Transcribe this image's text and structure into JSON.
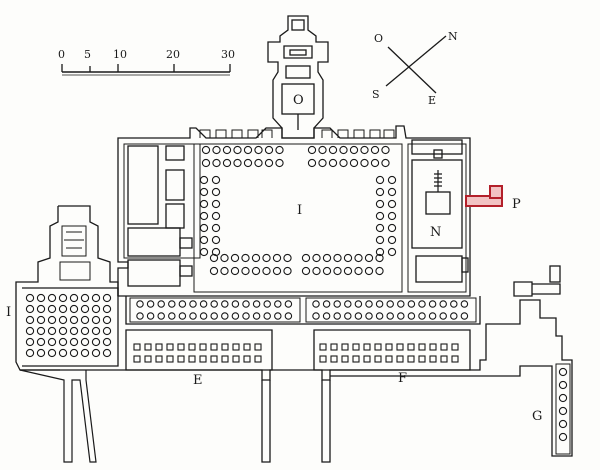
{
  "scale": {
    "ticks": [
      "0",
      "5",
      "10",
      "20",
      "30"
    ]
  },
  "compass": {
    "north": "N",
    "south": "S",
    "east": "E",
    "west": "O"
  },
  "labels": {
    "hall": "I",
    "north_chapel": "O",
    "sanctuary": "N",
    "highlight_room": "P",
    "left_wing": "I",
    "court_east": "E",
    "court_west": "F",
    "annex": "G"
  },
  "colors": {
    "ink": "#1a1a1a",
    "highlight": "#b3202a",
    "highlight_fill": "#f2c3c3"
  }
}
